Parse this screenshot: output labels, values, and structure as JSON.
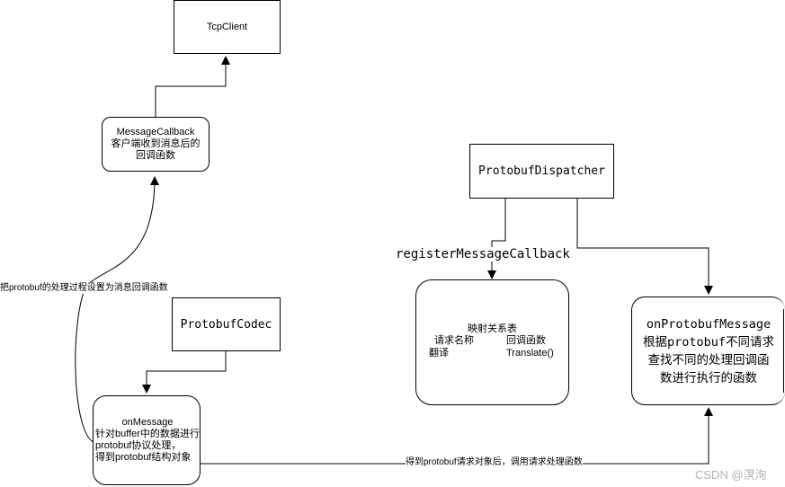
{
  "nodes": {
    "tcpclient": "TcpClient",
    "message_callback": [
      "MessageCallback",
      "客户端收到消息后的",
      "回调函数"
    ],
    "protobuf_codec": "ProtobufCodec",
    "on_message": [
      "onMessage",
      "针对buffer中的数据进行protobuf协议处理，",
      "得到protobuf结构对象"
    ],
    "protobuf_dispatcher": "ProtobufDispatcher",
    "mapping_table": {
      "title": "映射关系表",
      "col_left": "请求名称",
      "col_right": "回调函数",
      "row_left": "翻译",
      "row_right": "Translate()"
    },
    "on_protobuf_message": [
      "onProtobufMessage",
      "根据protobuf不同请求",
      "查找不同的处理回调函",
      "数进行执行的函数"
    ]
  },
  "edge_labels": {
    "set_callback": "把protobuf的处理过程设置为消息回调函数",
    "register": "registerMessageCallback",
    "after_get": "得到protobuf请求对象后，调用请求处理函数"
  },
  "watermark": "CSDN @溟洵",
  "colors": {
    "line": "#000000",
    "box_border": "#000000",
    "watermark": "#b3b3b3"
  }
}
